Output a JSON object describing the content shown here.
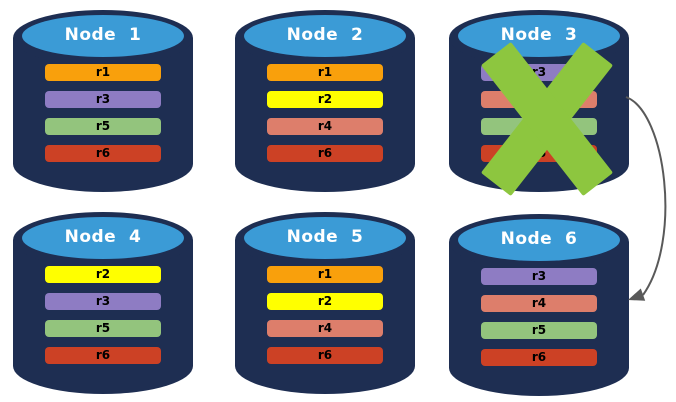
{
  "diagram": {
    "description": "Six database nodes with replicated rows; Node 3 has failed and its replicas are served by Node 6",
    "palette": {
      "cylinder_body": "#1E2E52",
      "cylinder_top": "#3B9BD6",
      "title_text": "#FFFFFF",
      "row_text": "#000000",
      "fail_x": "#8DC63F",
      "arrow": "#595959"
    },
    "arrow": {
      "from": "Node 3",
      "to": "Node 6"
    },
    "nodes": [
      {
        "label": "Node  1",
        "failed": false,
        "rows": [
          {
            "label": "r1",
            "color": "#F9A00C"
          },
          {
            "label": "r3",
            "color": "#8E7CC3"
          },
          {
            "label": "r5",
            "color": "#93C47D"
          },
          {
            "label": "r6",
            "color": "#CC4125"
          }
        ]
      },
      {
        "label": "Node  2",
        "failed": false,
        "rows": [
          {
            "label": "r1",
            "color": "#F9A00C"
          },
          {
            "label": "r2",
            "color": "#FFFF00"
          },
          {
            "label": "r4",
            "color": "#DD7E6B"
          },
          {
            "label": "r6",
            "color": "#CC4125"
          }
        ]
      },
      {
        "label": "Node  3",
        "failed": true,
        "rows": [
          {
            "label": "r3",
            "color": "#8E7CC3"
          },
          {
            "label": "r4",
            "color": "#DD7E6B"
          },
          {
            "label": "r5",
            "color": "#93C47D"
          },
          {
            "label": "r6",
            "color": "#CC4125"
          }
        ]
      },
      {
        "label": "Node  4",
        "failed": false,
        "rows": [
          {
            "label": "r2",
            "color": "#FFFF00"
          },
          {
            "label": "r3",
            "color": "#8E7CC3"
          },
          {
            "label": "r5",
            "color": "#93C47D"
          },
          {
            "label": "r6",
            "color": "#CC4125"
          }
        ]
      },
      {
        "label": "Node  5",
        "failed": false,
        "rows": [
          {
            "label": "r1",
            "color": "#F9A00C"
          },
          {
            "label": "r2",
            "color": "#FFFF00"
          },
          {
            "label": "r4",
            "color": "#DD7E6B"
          },
          {
            "label": "r6",
            "color": "#CC4125"
          }
        ]
      },
      {
        "label": "Node  6",
        "failed": false,
        "rows": [
          {
            "label": "r3",
            "color": "#8E7CC3"
          },
          {
            "label": "r4",
            "color": "#DD7E6B"
          },
          {
            "label": "r5",
            "color": "#93C47D"
          },
          {
            "label": "r6",
            "color": "#CC4125"
          }
        ]
      }
    ]
  }
}
